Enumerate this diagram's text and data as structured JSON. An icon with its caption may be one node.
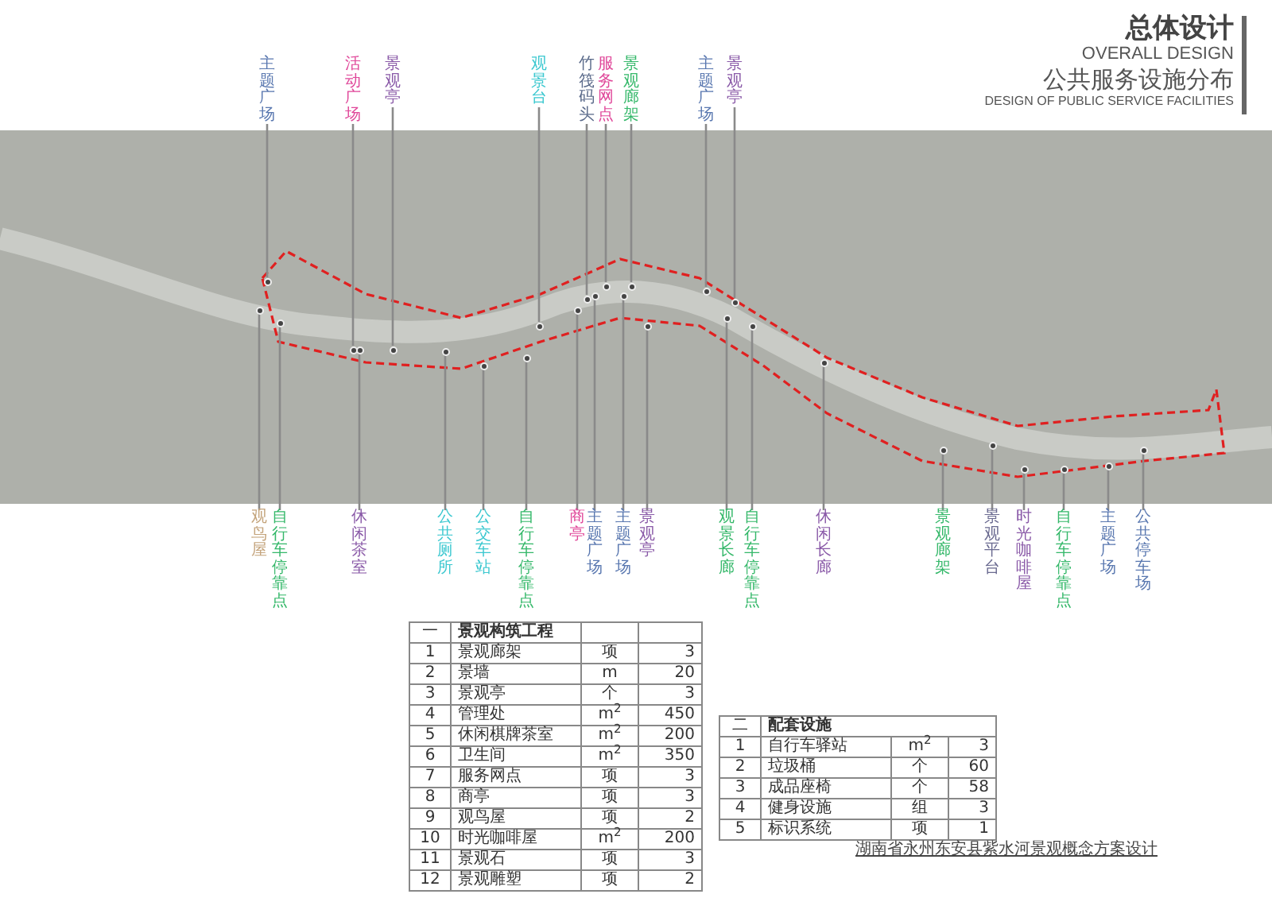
{
  "diagram": {
    "title": "总体设计",
    "nodes": [
      {
        "text": [
          "主题广场"
        ]
      },
      {
        "text": [
          "活动广场"
        ]
      },
      {
        "text": [
          "景观亭"
        ]
      },
      {
        "text": [
          "观景台"
        ]
      },
      {
        "text": [
          "竹筏码头"
        ]
      },
      {
        "text": [
          "服务网点"
        ]
      },
      {
        "text": [
          "景观廊架"
        ]
      },
      {
        "text": [
          "主题广场"
        ]
      },
      {
        "text": [
          "景观亭"
        ]
      },
      {
        "text": [
          "观鸟屋"
        ]
      },
      {
        "text": [
          "自行车停靠点"
        ]
      },
      {
        "text": [
          "休闲茶室"
        ]
      },
      {
        "text": [
          "公共厕所"
        ]
      },
      {
        "text": [
          "公交车站"
        ]
      },
      {
        "text": [
          "自行车停靠点"
        ]
      },
      {
        "text": [
          "商亭"
        ]
      },
      {
        "text": [
          "主题广场"
        ]
      },
      {
        "text": [
          "主题广场"
        ]
      },
      {
        "text": [
          "景观亭"
        ]
      },
      {
        "text": [
          "观景长廊"
        ]
      },
      {
        "text": [
          "自行车停靠点"
        ]
      },
      {
        "text": [
          "休闲长廊"
        ]
      },
      {
        "text": [
          "景观廊架"
        ]
      },
      {
        "text": [
          "景观平台"
        ]
      },
      {
        "text": [
          "时光咖啡屋"
        ]
      },
      {
        "text": [
          "自行车停靠点"
        ]
      },
      {
        "text": [
          "主题广场"
        ]
      },
      {
        "text": [
          "公共停车场"
        ]
      },
      {
        "text": [],
        "shape": "circle"
      },
      {
        "text": [],
        "shape": "circle"
      },
      {
        "text": [],
        "shape": "circle"
      },
      {
        "text": [],
        "shape": "circle"
      },
      {
        "text": [],
        "shape": "circle"
      },
      {
        "text": [],
        "shape": "circle"
      },
      {
        "text": [],
        "shape": "circle"
      },
      {
        "text": [],
        "shape": "circle"
      },
      {
        "text": [],
        "shape": "circle"
      },
      {
        "text": [],
        "shape": "circle"
      },
      {
        "text": [],
        "shape": "circle"
      },
      {
        "text": [],
        "shape": "circle"
      },
      {
        "text": [],
        "shape": "circle"
      },
      {
        "text": [],
        "shape": "circle"
      },
      {
        "text": [],
        "shape": "circle"
      },
      {
        "text": [],
        "shape": "circle"
      },
      {
        "text": [],
        "shape": "circle"
      },
      {
        "text": [],
        "shape": "circle"
      },
      {
        "text": [],
        "shape": "circle"
      },
      {
        "text": [],
        "shape": "circle"
      },
      {
        "text": [],
        "shape": "circle"
      },
      {
        "text": [],
        "shape": "circle"
      },
      {
        "text": [],
        "shape": "circle"
      },
      {
        "text": [],
        "shape": "circle"
      },
      {
        "text": [],
        "shape": "circle"
      },
      {
        "text": [],
        "shape": "circle"
      },
      {
        "text": [],
        "shape": "circle"
      },
      {
        "text": [],
        "shape": "circle"
      }
    ],
    "edges": [
      {
        "from": 0,
        "to": 28,
        "arrow": "none"
      },
      {
        "from": 1,
        "to": 29,
        "arrow": "none"
      },
      {
        "from": 2,
        "to": 30,
        "arrow": "none"
      },
      {
        "from": 3,
        "to": 31,
        "arrow": "none"
      },
      {
        "from": 4,
        "to": 32,
        "arrow": "none"
      },
      {
        "from": 5,
        "to": 33,
        "arrow": "none"
      },
      {
        "from": 6,
        "to": 34,
        "arrow": "none"
      },
      {
        "from": 7,
        "to": 35,
        "arrow": "none"
      },
      {
        "from": 8,
        "to": 36,
        "arrow": "none"
      },
      {
        "from": 9,
        "to": 37,
        "arrow": "none"
      },
      {
        "from": 10,
        "to": 38,
        "arrow": "none"
      },
      {
        "from": 11,
        "to": 39,
        "arrow": "none"
      },
      {
        "from": 12,
        "to": 40,
        "arrow": "none"
      },
      {
        "from": 13,
        "to": 41,
        "arrow": "none"
      },
      {
        "from": 14,
        "to": 42,
        "arrow": "none"
      },
      {
        "from": 15,
        "to": 43,
        "arrow": "none"
      },
      {
        "from": 16,
        "to": 44,
        "arrow": "none"
      },
      {
        "from": 17,
        "to": 45,
        "arrow": "none"
      },
      {
        "from": 18,
        "to": 46,
        "arrow": "none"
      },
      {
        "from": 19,
        "to": 47,
        "arrow": "none"
      },
      {
        "from": 20,
        "to": 48,
        "arrow": "none"
      },
      {
        "from": 21,
        "to": 49,
        "arrow": "none"
      },
      {
        "from": 22,
        "to": 50,
        "arrow": "none"
      },
      {
        "from": 23,
        "to": 51,
        "arrow": "none"
      },
      {
        "from": 24,
        "to": 52,
        "arrow": "none"
      },
      {
        "from": 25,
        "to": 53,
        "arrow": "none"
      },
      {
        "from": 26,
        "to": 54,
        "arrow": "none"
      },
      {
        "from": 27,
        "to": 55,
        "arrow": "none"
      }
    ],
    "labels": [
      "OVERALL DESIGN",
      "公共服务设施分布",
      "DESIGN OF PUBLIC SERVICE FACILITIES",
      "一",
      "景观构筑工程",
      "1",
      "景观廊架",
      "项",
      "3",
      "2",
      "景墙",
      "m",
      "20",
      "3",
      "景观亭",
      "个",
      "3",
      "4",
      "管理处",
      "m$^{2}$",
      "450",
      "5",
      "休闲棋牌茶室",
      "m$^{2}$",
      "200",
      "6",
      "卫生间",
      "m$^{2}$",
      "350",
      "7",
      "服务网点",
      "项",
      "3",
      "8",
      "商亭",
      "项",
      "3",
      "9",
      "观鸟屋",
      "项",
      "2",
      "10",
      "时光咖啡屋",
      "m$^{2}$",
      "200",
      "11",
      "景观石",
      "项",
      "3",
      "12",
      "景观雕塑",
      "项",
      "2",
      "二",
      "配套设施",
      "1",
      "自行车驿站",
      "m$^{2}$",
      "3",
      "2",
      "垃圾桶",
      "个",
      "60",
      "3",
      "成品座椅",
      "个",
      "58",
      "4",
      "健身设施",
      "组",
      "3",
      "5",
      "标识系统",
      "项",
      "1",
      "湖南省永州东安县紫水河景观概念方案设计"
    ]
  }
}
